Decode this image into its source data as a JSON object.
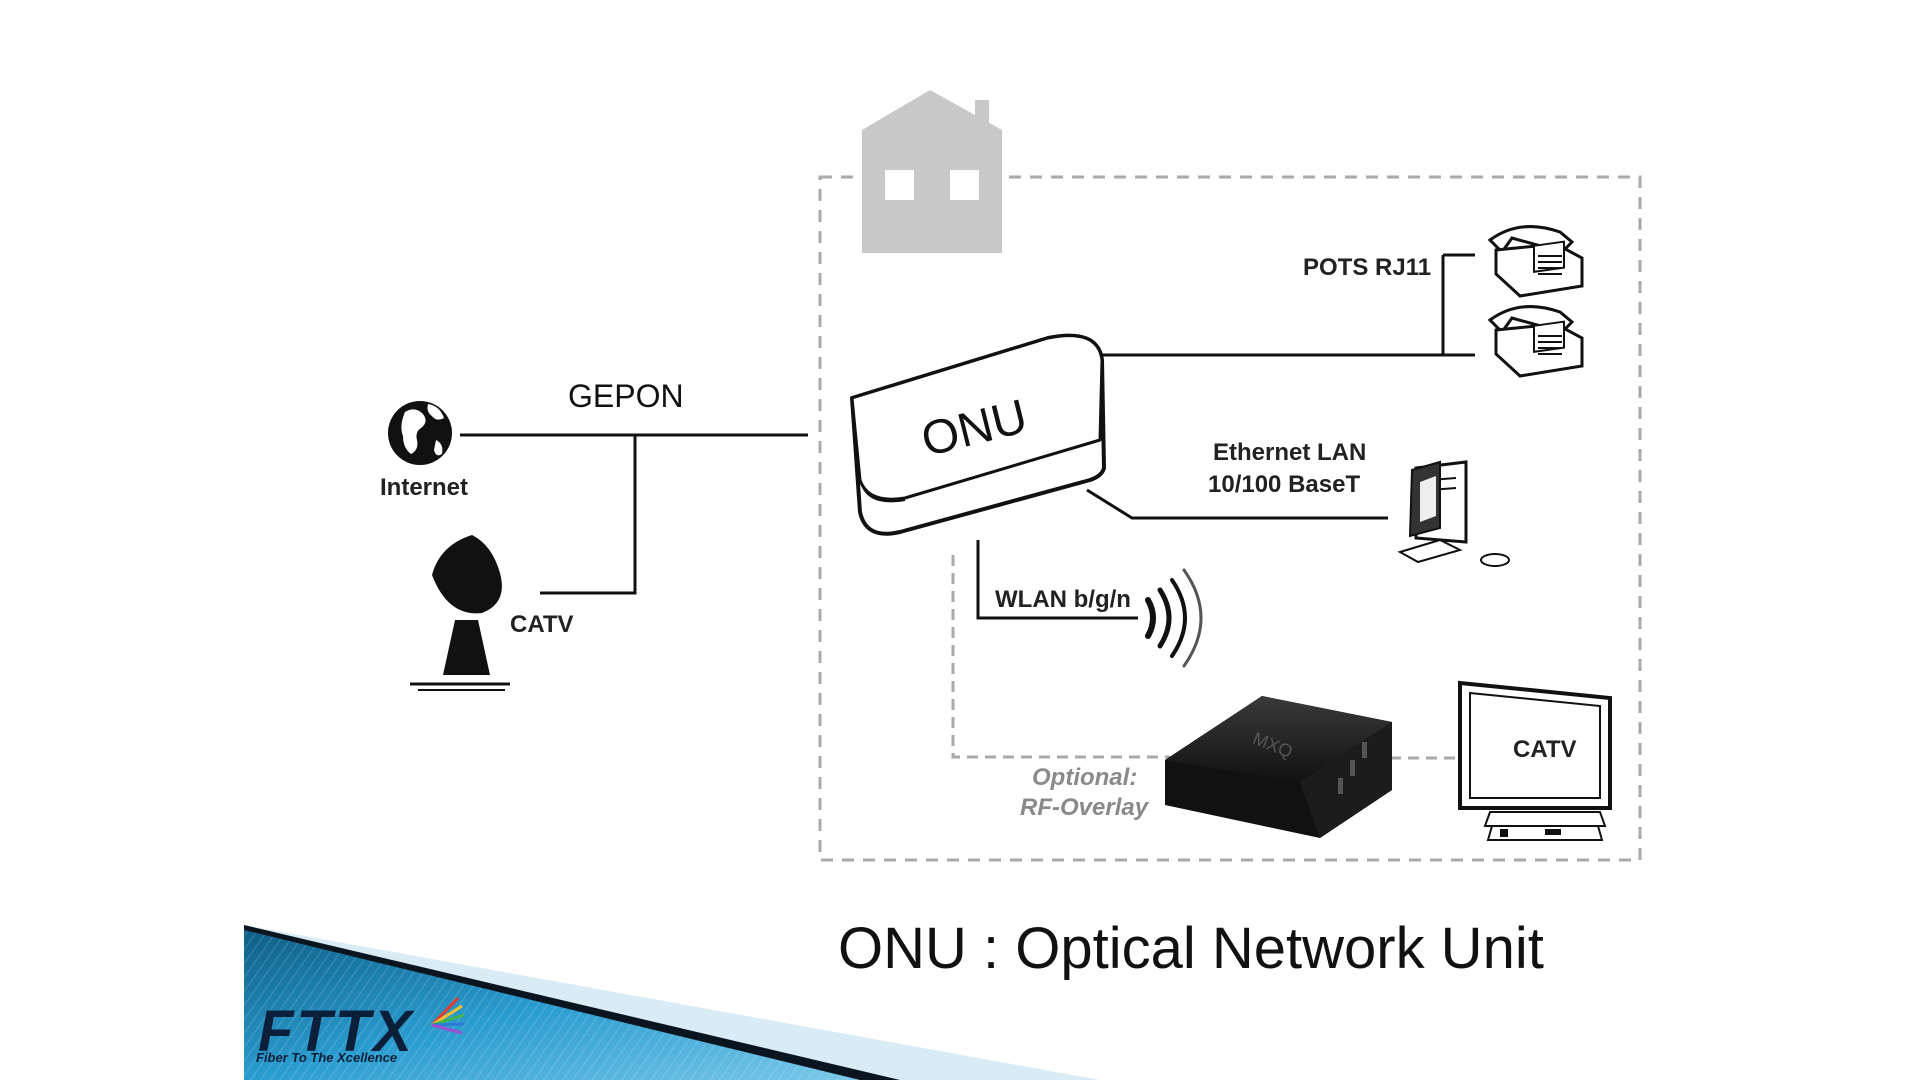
{
  "diagram": {
    "labels": {
      "gepon": "GEPON",
      "internet": "Internet",
      "catv_source": "CATV",
      "onu": "ONU",
      "pots": "POTS RJ11",
      "ethernet_line1": "Ethernet LAN",
      "ethernet_line2": "10/100 BaseT",
      "wlan": "WLAN b/g/n",
      "optional_line1": "Optional:",
      "optional_line2": "RF-Overlay",
      "tv_screen": "CATV",
      "settop_brand": "MXQ"
    }
  },
  "caption": "ONU : Optical Network Unit",
  "logo": {
    "main": "FTTX",
    "tagline": "Fiber To The Xcellence"
  },
  "colors": {
    "house": "#c8c8c8",
    "dashed_border": "#aaaaaa",
    "banner_blue": "#2a9ccf",
    "banner_dark": "#0b1520",
    "banner_light": "#d9ecf6"
  }
}
